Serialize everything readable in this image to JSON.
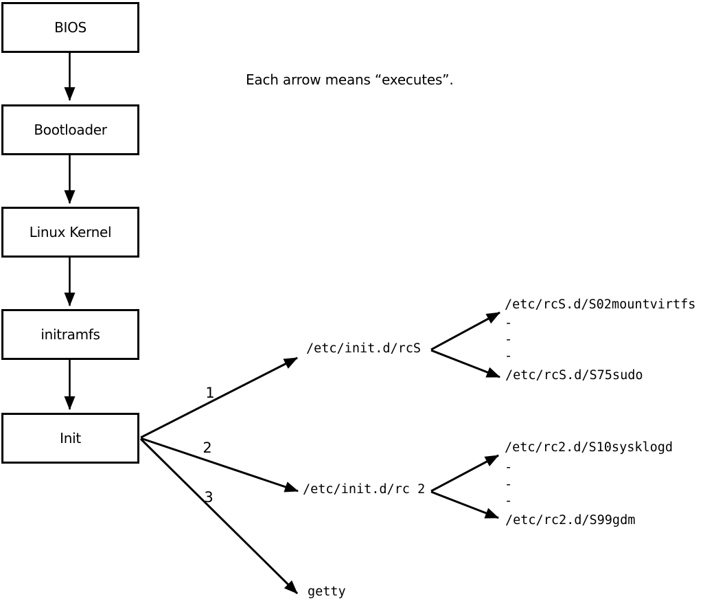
{
  "caption": "Each arrow means “executes”.",
  "colors": {
    "line": "#000000",
    "text": "#000000",
    "background": "#ffffff",
    "box_fill": "#ffffff"
  },
  "chain": [
    {
      "label": "BIOS"
    },
    {
      "label": "Bootloader"
    },
    {
      "label": "Linux Kernel"
    },
    {
      "label": "initramfs"
    },
    {
      "label": "Init"
    }
  ],
  "init_branches": [
    {
      "number": "1",
      "target": "/etc/init.d/rcS"
    },
    {
      "number": "2",
      "target": "/etc/init.d/rc 2"
    },
    {
      "number": "3",
      "target": "getty"
    }
  ],
  "rcS_children": {
    "first": "/etc/rcS.d/S02mountvirtfs",
    "ellipsis": [
      "-",
      "-",
      "-"
    ],
    "last": "/etc/rcS.d/S75sudo"
  },
  "rc2_children": {
    "first": "/etc/rc2.d/S10sysklogd",
    "ellipsis": [
      "-",
      "-",
      "-"
    ],
    "last": "/etc/rc2.d/S99gdm"
  }
}
